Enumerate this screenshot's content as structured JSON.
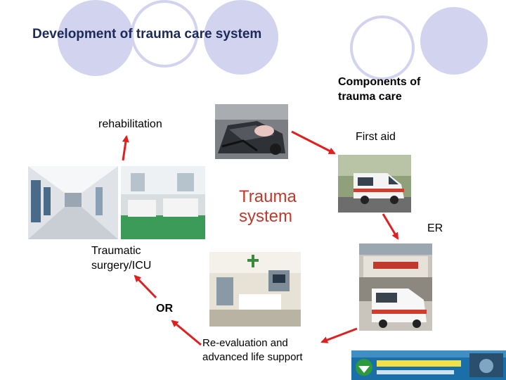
{
  "slide": {
    "title": "Development of trauma care system",
    "components_label": "Components of trauma care",
    "center_label": "Trauma system",
    "steps": {
      "first_aid": "First aid",
      "er": "ER",
      "reevaluation": "Re-evaluation and advanced life support",
      "or": "OR",
      "surgery_icu": "Traumatic surgery/ICU",
      "rehabilitation": "rehabilitation"
    }
  },
  "colors": {
    "decor_circle": "#d2d3ee",
    "title": "#1c2a5a",
    "center_text": "#c0392b",
    "arrow": "#e02020"
  },
  "icons": [
    "hospital-logo"
  ]
}
